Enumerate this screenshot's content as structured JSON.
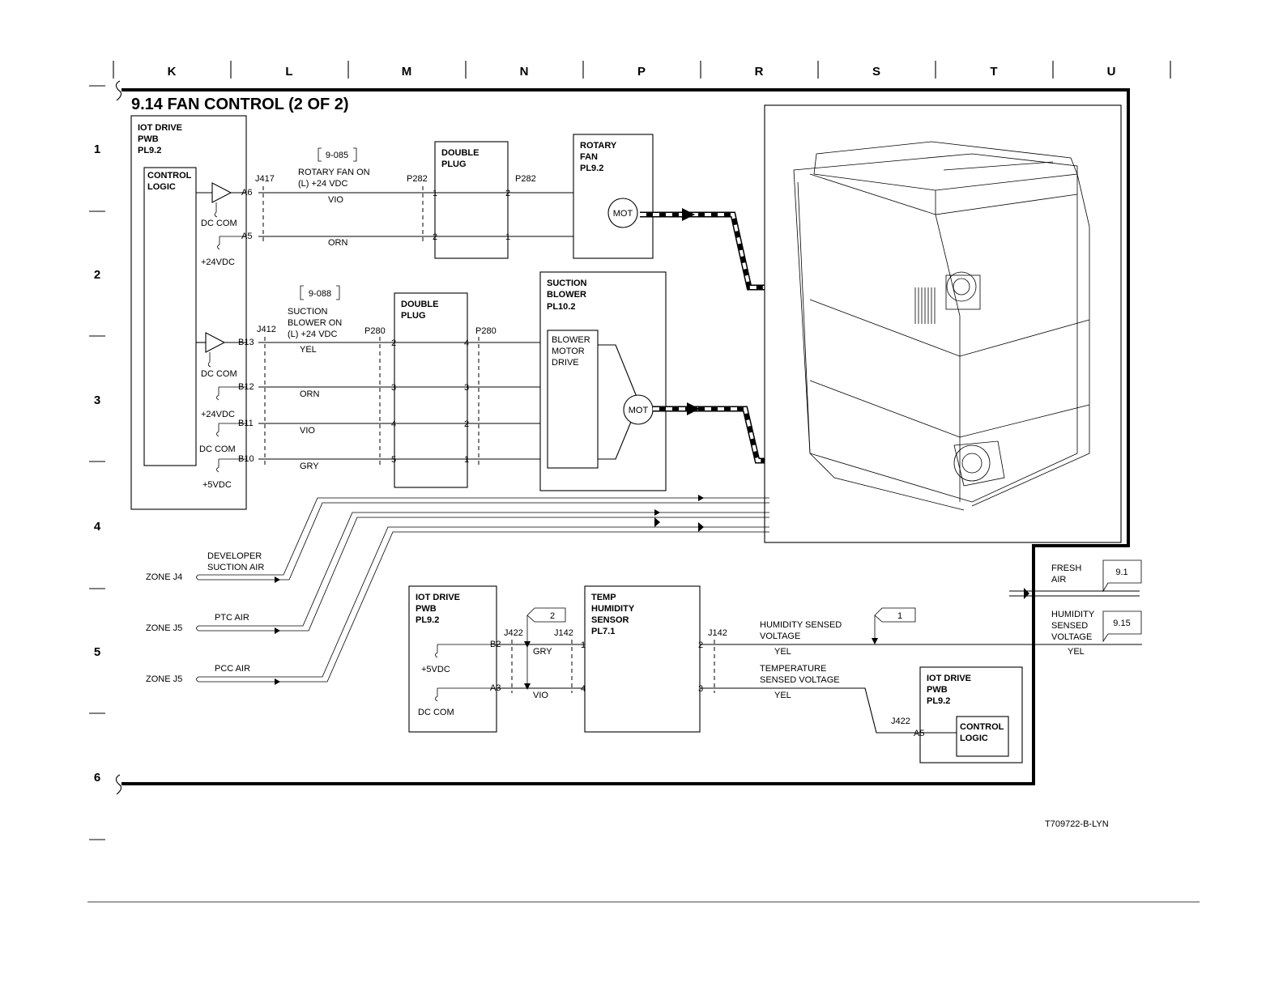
{
  "title": "9.14 FAN CONTROL (2 OF 2)",
  "column_labels": [
    "K",
    "L",
    "M",
    "N",
    "P",
    "R",
    "S",
    "T",
    "U"
  ],
  "row_labels": [
    "1",
    "2",
    "3",
    "4",
    "5",
    "6"
  ],
  "drawing_id": "T709722-B-LYN",
  "iot_drive_top": {
    "name_lines": [
      "IOT DRIVE",
      "PWB",
      "PL9.2"
    ],
    "logic_lines": [
      "CONTROL",
      "LOGIC"
    ],
    "pins": [
      "A6",
      "A5",
      "B13",
      "B12",
      "B11",
      "B10"
    ],
    "supplies": [
      "DC COM",
      "+24VDC",
      "DC COM",
      "+24VDC",
      "DC COM",
      "+5VDC"
    ],
    "connectors": [
      "J417",
      "J412"
    ]
  },
  "rotary_circuit": {
    "ref": "9-085",
    "signal_lines": [
      "ROTARY FAN ON",
      "(L) +24 VDC"
    ],
    "wires": [
      "VIO",
      "ORN"
    ],
    "plug_in": "P282",
    "plug_out": "P282",
    "plug_lines": [
      "DOUBLE",
      "PLUG"
    ],
    "plug_pins_in": [
      "1",
      "2"
    ],
    "plug_pins_out": [
      "2",
      "1"
    ],
    "fan_lines": [
      "ROTARY",
      "FAN",
      "PL9.2"
    ],
    "motor": "MOT"
  },
  "suction_circuit": {
    "ref": "9-088",
    "signal_lines": [
      "SUCTION",
      "BLOWER ON",
      "(L) +24 VDC"
    ],
    "wires": [
      "YEL",
      "ORN",
      "VIO",
      "GRY"
    ],
    "plug_in": "P280",
    "plug_out": "P280",
    "plug_lines": [
      "DOUBLE",
      "PLUG"
    ],
    "plug_pins_in": [
      "2",
      "3",
      "4",
      "5"
    ],
    "plug_pins_out": [
      "4",
      "3",
      "2",
      "1"
    ],
    "blower_lines": [
      "SUCTION",
      "BLOWER",
      "PL10.2"
    ],
    "drive_lines": [
      "BLOWER",
      "MOTOR",
      "DRIVE"
    ],
    "motor": "MOT"
  },
  "zones": [
    {
      "zone": "ZONE J4",
      "air_lines": [
        "DEVELOPER",
        "SUCTION AIR"
      ]
    },
    {
      "zone": "ZONE J5",
      "air_lines": [
        "PTC AIR"
      ]
    },
    {
      "zone": "ZONE J5",
      "air_lines": [
        "PCC AIR"
      ]
    }
  ],
  "sensor_circuit": {
    "iot_lines": [
      "IOT DRIVE",
      "PWB",
      "PL9.2"
    ],
    "pins": [
      "B2",
      "A3"
    ],
    "supplies": [
      "+5VDC",
      "DC COM"
    ],
    "j422": "J422",
    "j142_left": "J142",
    "j142_right": "J142",
    "wires": [
      "GRY",
      "VIO"
    ],
    "sensor_lines": [
      "TEMP",
      "HUMIDITY",
      "SENSOR",
      "PL7.1"
    ],
    "sensor_pins_left": [
      "1",
      "4"
    ],
    "sensor_pins_right": [
      "2",
      "3"
    ],
    "flag_2": "2",
    "flag_1": "1",
    "humidity_lines": [
      "HUMIDITY SENSED",
      "VOLTAGE"
    ],
    "humidity_wire": "YEL",
    "temp_lines": [
      "TEMPERATURE",
      "SENSED VOLTAGE"
    ],
    "temp_wire": "YEL",
    "iot2_lines": [
      "IOT DRIVE",
      "PWB",
      "PL9.2"
    ],
    "iot2_logic": [
      "CONTROL",
      "LOGIC"
    ],
    "iot2_connector": "J422",
    "iot2_pin": "A5"
  },
  "right_refs": {
    "fresh_air_lines": [
      "FRESH",
      "AIR"
    ],
    "fresh_air_ref": "9.1",
    "humidity_lines": [
      "HUMIDITY",
      "SENSED",
      "VOLTAGE"
    ],
    "humidity_ref": "9.15",
    "humidity_wire": "YEL"
  }
}
